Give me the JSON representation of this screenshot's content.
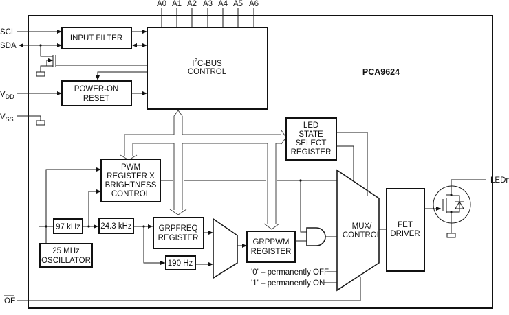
{
  "title": "PCA9624",
  "pins": {
    "scl": "SCL",
    "sda": "SDA",
    "vdd_main": "V",
    "vdd_sub": "DD",
    "vss_main": "V",
    "vss_sub": "SS",
    "oe": "OE",
    "led": "LEDn",
    "address": [
      "A0",
      "A1",
      "A2",
      "A3",
      "A4",
      "A5",
      "A6"
    ]
  },
  "blocks": {
    "input_filter": "INPUT FILTER",
    "i2c_line1_pre": "I",
    "i2c_line1_sup": "2",
    "i2c_line1_post": "C-BUS",
    "i2c_line2": "CONTROL",
    "por_line1": "POWER-ON",
    "por_line2": "RESET",
    "led_state": [
      "LED",
      "STATE",
      "SELECT",
      "REGISTER"
    ],
    "pwm": [
      "PWM",
      "REGISTER X",
      "BRIGHTNESS",
      "CONTROL"
    ],
    "osc_97": "97 kHz",
    "osc_243": "24.3 kHz",
    "osc_25_line1": "25 MHz",
    "osc_25_line2": "OSCILLATOR",
    "grpfreq": [
      "GRPFREQ",
      "REGISTER"
    ],
    "hz190": "190 Hz",
    "grppwm": [
      "GRPPWM",
      "REGISTER"
    ],
    "mux": [
      "MUX/",
      "CONTROL"
    ],
    "fet": [
      "FET",
      "DRIVER"
    ]
  },
  "labels": {
    "perm_off": "'0' – permanently OFF",
    "perm_on": "'1' – permanently ON"
  }
}
